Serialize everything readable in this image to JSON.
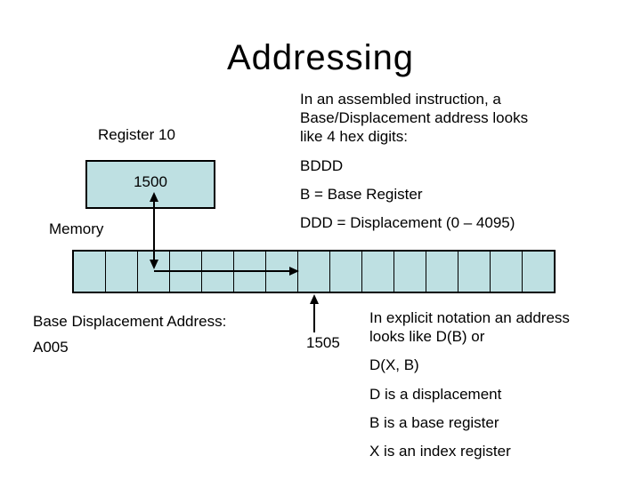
{
  "slide": {
    "title": "Addressing",
    "register": {
      "label": "Register 10",
      "value": "1500"
    },
    "memory": {
      "label": "Memory",
      "cell_count": 15,
      "pointed_address": "1505"
    },
    "assembled_note": {
      "lines": [
        "In an assembled instruction, a",
        "Base/Displacement address looks",
        "like 4 hex digits:"
      ],
      "format": "BDDD",
      "base_definition": "B = Base Register",
      "displacement_definition": "DDD = Displacement (0 – 4095)"
    },
    "base_displacement": {
      "label": "Base Displacement Address:",
      "value": "A005"
    },
    "explicit_note": {
      "lines": [
        "In explicit notation an address",
        "looks like D(B) or"
      ],
      "format": "D(X, B)",
      "d_definition": "D is a displacement",
      "b_definition": "B is a base register",
      "x_definition": "X is an index register"
    },
    "colors": {
      "cell_fill": "#bee0e2",
      "text": "#000000",
      "background": "#ffffff",
      "arrow": "#000000"
    }
  }
}
